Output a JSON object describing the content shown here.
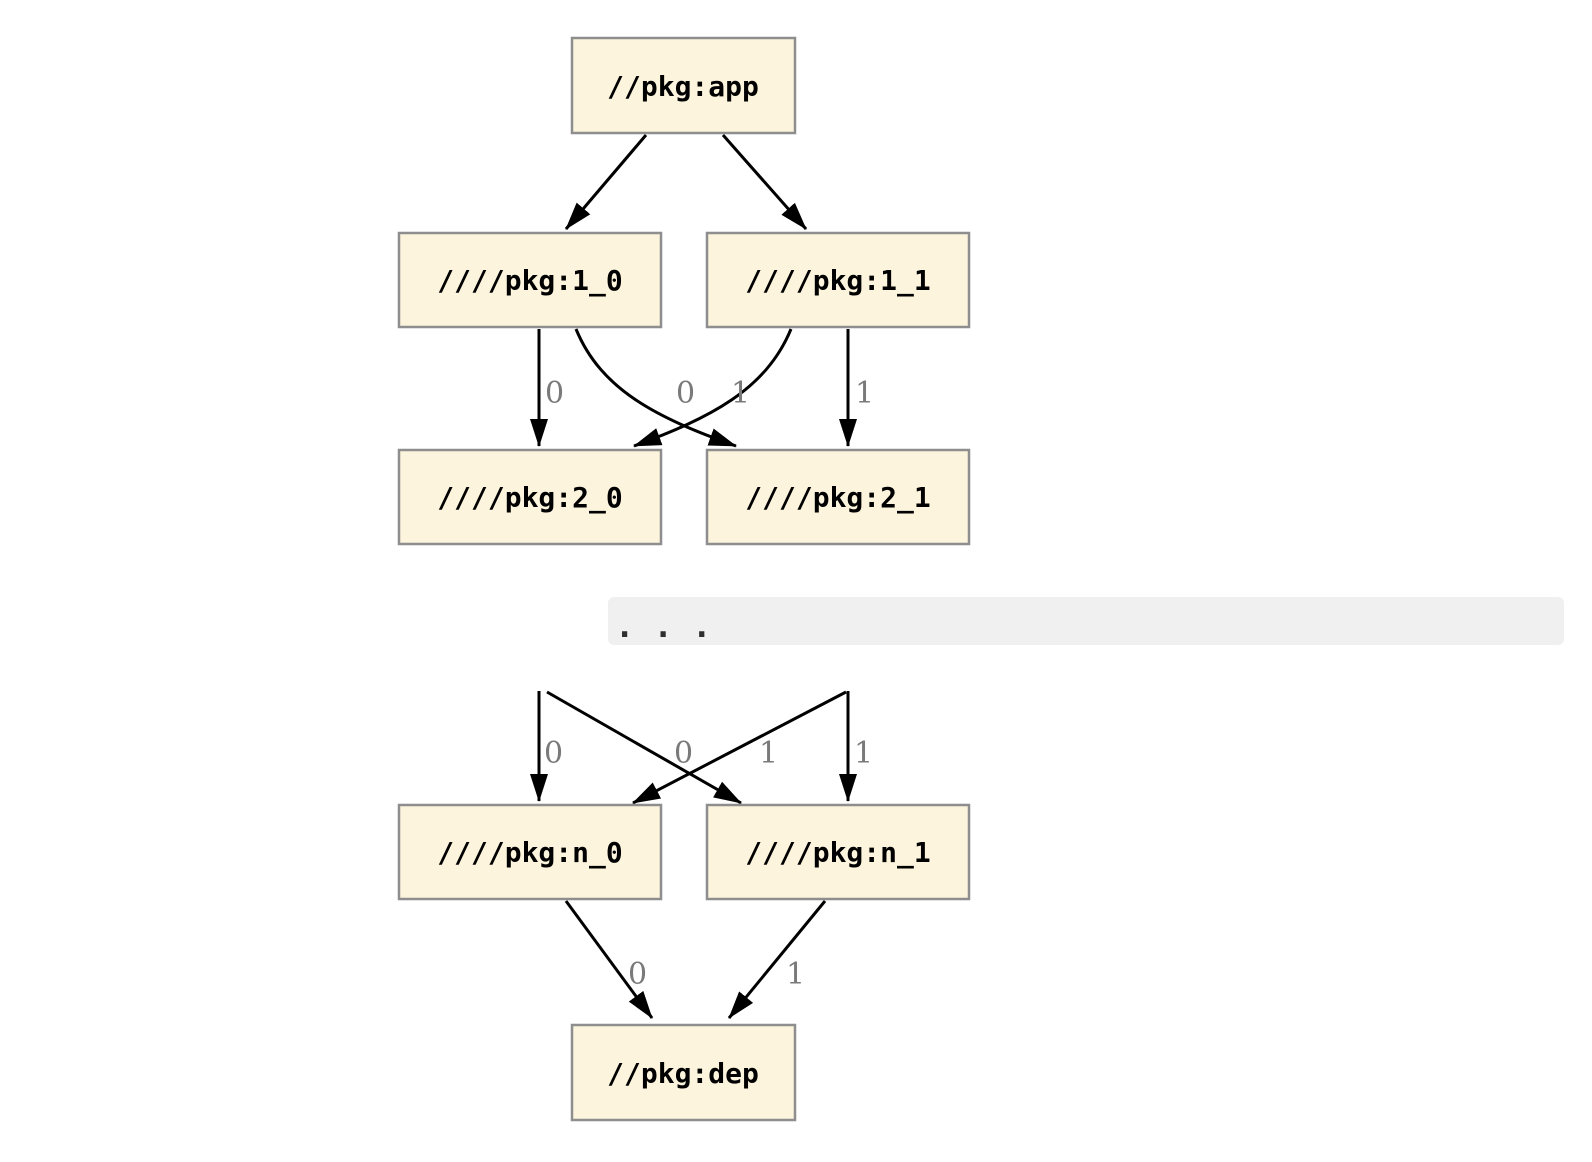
{
  "diagram": {
    "type": "dependency-graph",
    "nodes": [
      {
        "id": "app",
        "label": "//pkg:app"
      },
      {
        "id": "1_0",
        "label": "////pkg:1_0"
      },
      {
        "id": "1_1",
        "label": "////pkg:1_1"
      },
      {
        "id": "2_0",
        "label": "////pkg:2_0"
      },
      {
        "id": "2_1",
        "label": "////pkg:2_1"
      },
      {
        "id": "n_0",
        "label": "////pkg:n_0"
      },
      {
        "id": "n_1",
        "label": "////pkg:n_1"
      },
      {
        "id": "dep",
        "label": "//pkg:dep"
      }
    ],
    "edges": [
      {
        "from": "//pkg:app",
        "to": "////pkg:1_0",
        "label": ""
      },
      {
        "from": "//pkg:app",
        "to": "////pkg:1_1",
        "label": ""
      },
      {
        "from": "////pkg:1_0",
        "to": "////pkg:2_0",
        "label": "0"
      },
      {
        "from": "////pkg:1_1",
        "to": "////pkg:2_0",
        "label": "0"
      },
      {
        "from": "////pkg:1_0",
        "to": "////pkg:2_1",
        "label": "1"
      },
      {
        "from": "////pkg:1_1",
        "to": "////pkg:2_1",
        "label": "1"
      },
      {
        "from": "...",
        "to": "////pkg:n_0",
        "label": "0"
      },
      {
        "from": "...",
        "to": "////pkg:n_0",
        "label": "0"
      },
      {
        "from": "...",
        "to": "////pkg:n_1",
        "label": "1"
      },
      {
        "from": "...",
        "to": "////pkg:n_1",
        "label": "1"
      },
      {
        "from": "////pkg:n_0",
        "to": "//pkg:dep",
        "label": "0"
      },
      {
        "from": "////pkg:n_1",
        "to": "//pkg:dep",
        "label": "1"
      }
    ],
    "ellipsis": {
      "text": ". . ."
    },
    "colors": {
      "node_fill": "#fcf4dc",
      "node_border": "#8e8e8e",
      "edge": "#000000",
      "edge_label": "#7a7a7a",
      "ellipsis_bg": "#f0f0f0",
      "node_text": "#000000"
    }
  }
}
